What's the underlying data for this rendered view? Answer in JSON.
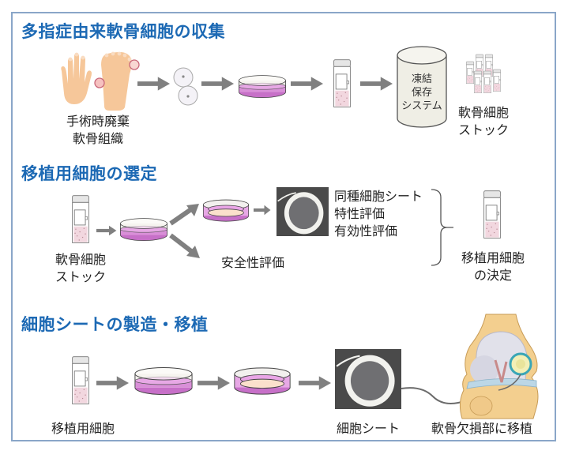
{
  "sections": [
    {
      "title": "多指症由来軟骨細胞の収集",
      "labels": {
        "tissue_line1": "手術時廃棄",
        "tissue_line2": "軟骨組織",
        "freezer_line1": "凍結",
        "freezer_line2": "保存",
        "freezer_line3": "システム",
        "stock_line1": "軟骨細胞",
        "stock_line2": "ストック"
      }
    },
    {
      "title": "移植用細胞の選定",
      "labels": {
        "stock_line1": "軟骨細胞",
        "stock_line2": "ストック",
        "safety": "安全性評価",
        "eval_line1": "同種細胞シート",
        "eval_line2": "特性評価",
        "eval_line3": "有効性評価",
        "decision_line1": "移植用細胞",
        "decision_line2": "の決定"
      }
    },
    {
      "title": "細胞シートの製造・移植",
      "labels": {
        "cells": "移植用細胞",
        "sheet": "細胞シート",
        "transplant": "軟骨欠損部に移植"
      }
    }
  ],
  "icons": [
    "hand-icon",
    "foot-icon",
    "cell-icon",
    "culture-dish-icon",
    "vial-icon",
    "freezer-cylinder-icon",
    "vial-stock-icon",
    "cell-sheet-photo",
    "knee-joint-icon",
    "arrow-icon",
    "bracket-icon"
  ],
  "colors": {
    "heading": "#1c69b4",
    "frame": "#8aa6c8",
    "arrow": "#808080",
    "medium": "#d98fd8",
    "skin": "#f6c79a"
  }
}
